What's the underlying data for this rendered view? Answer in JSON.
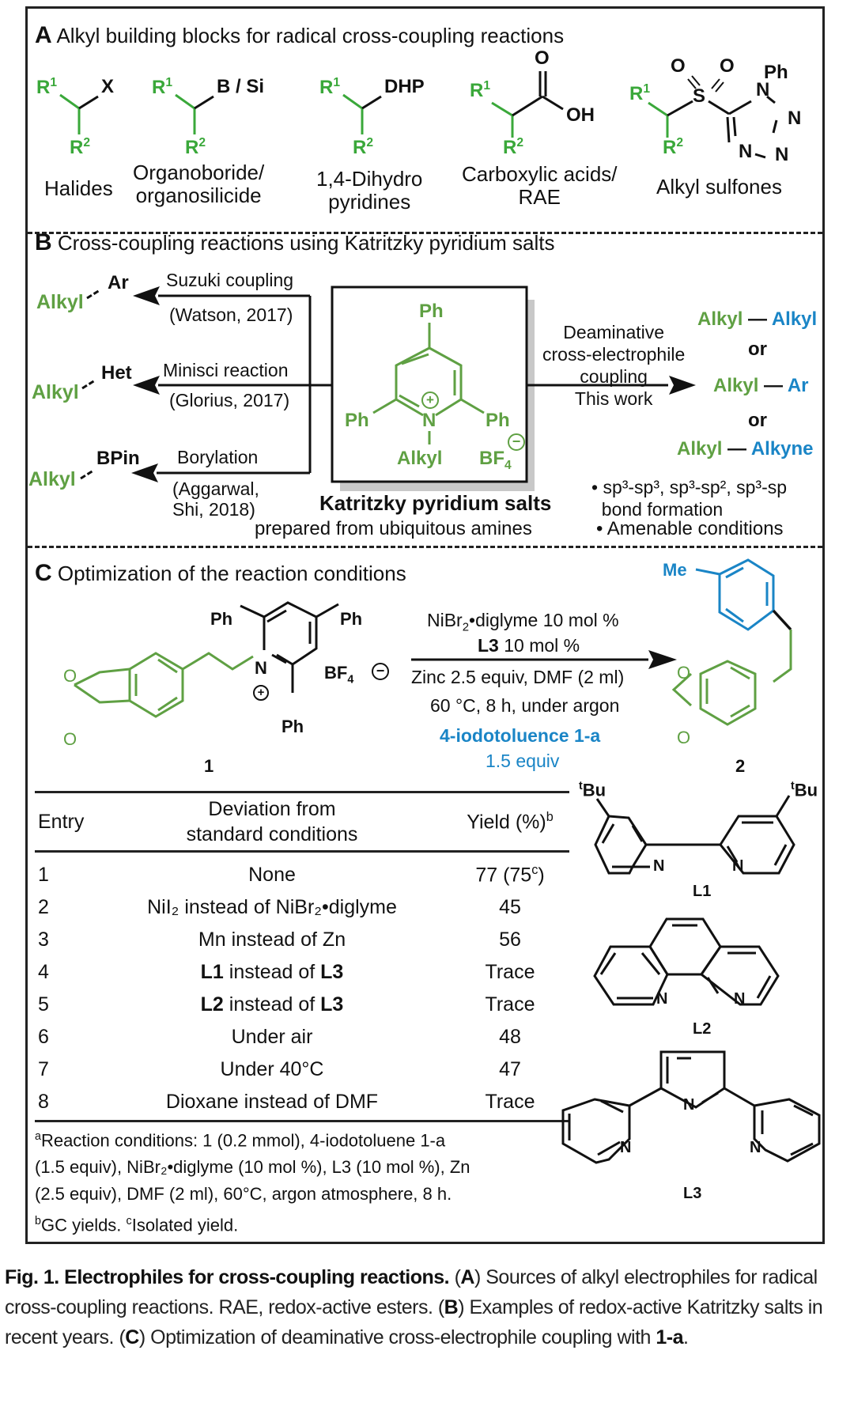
{
  "panelA": {
    "letter": "A",
    "title": "Alkyl building blocks for radical cross-coupling reactions",
    "r1": "R",
    "r1_sup": "1",
    "r2": "R",
    "r2_sup": "2",
    "items": [
      {
        "group": "X",
        "label_lines": [
          "Halides"
        ]
      },
      {
        "group": "B / Si",
        "label_lines": [
          "Organoboride/",
          "organosilicide"
        ]
      },
      {
        "group": "DHP",
        "label_lines": [
          "1,4-Dihydro",
          "pyridines"
        ]
      },
      {
        "group_o": "O",
        "group_oh": "OH",
        "label_lines": [
          "Carboxylic acids/",
          "RAE"
        ]
      },
      {
        "o1": "O",
        "o2": "O",
        "s": "S",
        "ph": "Ph",
        "n": "N",
        "label_lines": [
          "Alkyl sulfones"
        ]
      }
    ]
  },
  "panelB": {
    "letter": "B",
    "title": "Cross-coupling reactions using Katritzky pyridium salts",
    "left": [
      {
        "alkyl": "Alkyl",
        "partner": "Ar",
        "reaction": "Suzuki coupling",
        "ref_lines": [
          "(Watson, 2017)"
        ]
      },
      {
        "alkyl": "Alkyl",
        "partner": "Het",
        "reaction": "Minisci reaction",
        "ref_lines": [
          "(Glorius, 2017)"
        ]
      },
      {
        "alkyl": "Alkyl",
        "partner": "BPin",
        "reaction": "Borylation",
        "ref_lines": [
          "(Aggarwal,",
          "Shi, 2018)"
        ]
      }
    ],
    "salt": {
      "ph": "Ph",
      "n": "N",
      "alkyl": "Alkyl",
      "bf4": "BF",
      "bf4_sub": "4",
      "plus": "+",
      "minus": "−"
    },
    "salt_name": "Katritzky pyridium salts",
    "salt_note": "prepared from ubiquitous amines",
    "arrow_label_lines": [
      "Deaminative",
      "cross-electrophile",
      "coupling",
      "This work"
    ],
    "products": [
      {
        "left": "Alkyl",
        "right": "Alkyl"
      },
      {
        "left": "Alkyl",
        "right": "Ar"
      },
      {
        "left": "Alkyl",
        "right": "Alkyne"
      }
    ],
    "or": "or",
    "bullet1_lines": [
      "• sp³-sp³, sp³-sp², sp³-sp",
      "bond formation"
    ],
    "bullet2": "• Amenable conditions"
  },
  "panelC": {
    "letter": "C",
    "title": "Optimization of the reaction conditions",
    "substrate": {
      "ph": "Ph",
      "n": "N",
      "o": "O",
      "bf4": "BF",
      "bf4_sub": "4",
      "label": "1"
    },
    "conditions": {
      "line1_pre": "NiBr",
      "line1_sub": "2",
      "line1_post": "•diglyme 10 mol %",
      "line2_bold": "L3",
      "line2_rest": " 10 mol %",
      "line3": "Zinc 2.5 equiv, DMF (2 ml)",
      "line4": "60 °C, 8 h, under argon",
      "reagent": "4-iodotoluence 1-a",
      "reagent_amount": "1.5 equiv"
    },
    "product": {
      "me": "Me",
      "o": "O",
      "label": "2"
    },
    "table": {
      "headers": {
        "entry": "Entry",
        "deviation_lines": [
          "Deviation from",
          "standard conditions"
        ],
        "yield": "Yield (%)",
        "yield_sup": "b"
      },
      "rows": [
        {
          "entry": "1",
          "deviation": "None",
          "yield": "77 (75",
          "yield_sup": "c",
          "yield_end": ")"
        },
        {
          "entry": "2",
          "deviation": "NiI₂ instead of NiBr₂•diglyme",
          "yield": "45"
        },
        {
          "entry": "3",
          "deviation": "Mn instead of Zn",
          "yield": "56"
        },
        {
          "entry": "4",
          "deviation_bold1": "L1",
          "deviation_mid": " instead of ",
          "deviation_bold2": "L3",
          "yield": "Trace"
        },
        {
          "entry": "5",
          "deviation_bold1": "L2",
          "deviation_mid": " instead of ",
          "deviation_bold2": "L3",
          "yield": "Trace"
        },
        {
          "entry": "6",
          "deviation": "Under air",
          "yield": "48"
        },
        {
          "entry": "7",
          "deviation": "Under 40°C",
          "yield": "47"
        },
        {
          "entry": "8",
          "deviation": "Dioxane instead of DMF",
          "yield": "Trace"
        }
      ]
    },
    "footnotes": {
      "a_sup": "a",
      "a_lines": [
        "Reaction conditions: 1 (0.2 mmol), 4-iodotoluene 1-a",
        "(1.5 equiv), NiBr₂•diglyme (10 mol %), L3 (10 mol %), Zn",
        "(2.5 equiv), DMF (2 ml), 60°C, argon atmosphere, 8 h."
      ],
      "b_sup": "b",
      "b_text": "GC yields. ",
      "c_sup": "c",
      "c_text": "Isolated yield."
    },
    "ligands": [
      {
        "label": "L1",
        "tbu": "Bu",
        "tbu_sup": "t",
        "n": "N"
      },
      {
        "label": "L2",
        "n": "N"
      },
      {
        "label": "L3",
        "n": "N"
      }
    ]
  },
  "caption": {
    "bold": "Fig. 1. Electrophiles for cross-coupling reactions.",
    "text_A": " Sources of alkyl electrophiles for radical cross-coupling reactions. RAE, redox-active esters. ",
    "text_B": " Examples of redox-active Katritzky salts in recent years. ",
    "text_C": " Optimization of deaminative cross-electrophile coupling with ",
    "bold_end": "1-a",
    "end": "."
  },
  "colors": {
    "green": "#3aa83a",
    "green_muted": "#5fa043",
    "blue": "#1a85c6",
    "black": "#111111"
  }
}
